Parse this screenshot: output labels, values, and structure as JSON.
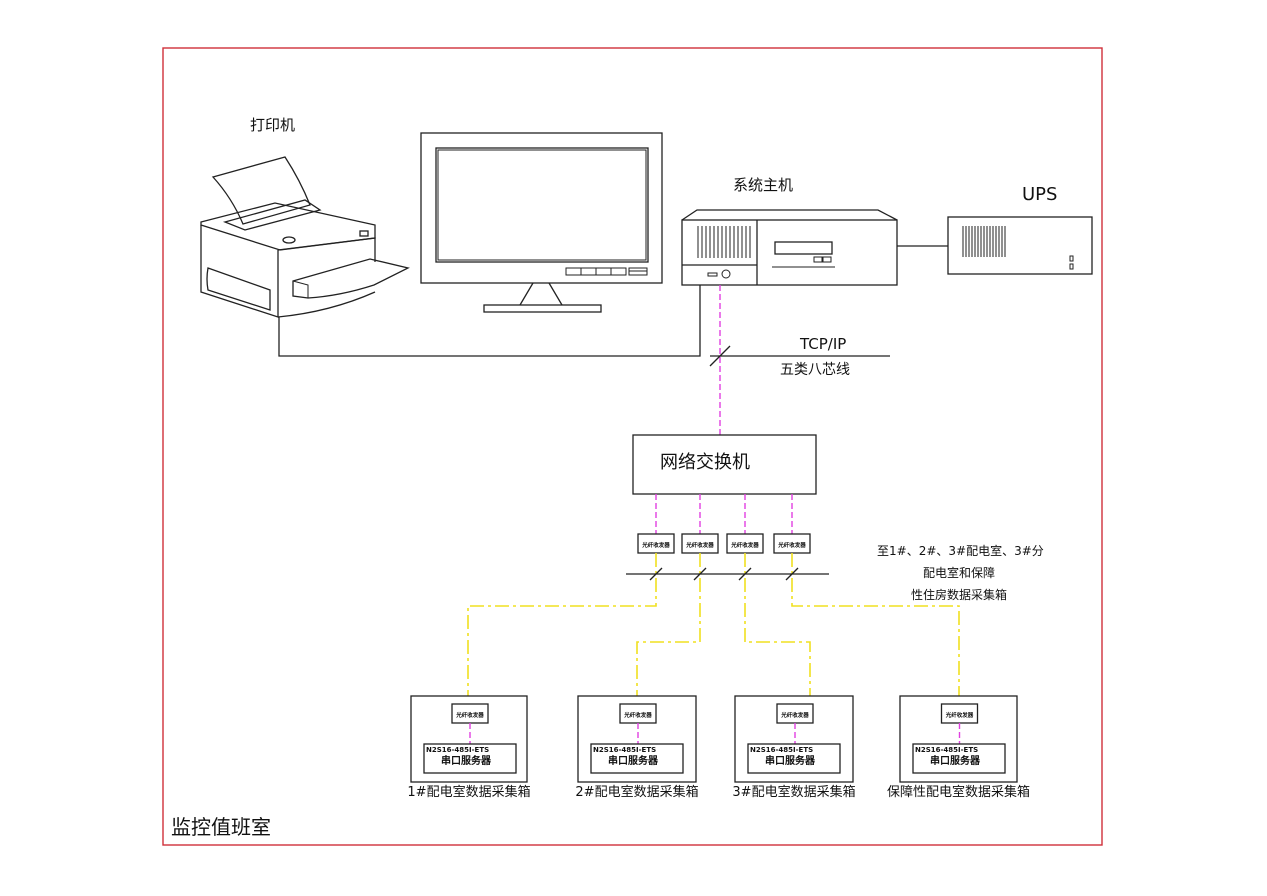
{
  "diagram": {
    "room_label": "监控值班室",
    "colors": {
      "frame": "#d0303a",
      "line": "#222222",
      "ethernet": "#e040e0",
      "fiber": "#f0e020"
    },
    "devices": {
      "printer": {
        "label": "打印机"
      },
      "monitor": {
        "label": ""
      },
      "host": {
        "label": "系统主机"
      },
      "ups": {
        "label": "UPS"
      },
      "switch": {
        "label": "网络交换机"
      }
    },
    "link_host_switch": {
      "protocol": "TCP/IP",
      "cable": "五类八芯线"
    },
    "transceivers": [
      {
        "label": "光纤收发器"
      },
      {
        "label": "光纤收发器"
      },
      {
        "label": "光纤收发器"
      },
      {
        "label": "光纤收发器"
      }
    ],
    "fiber_note": {
      "lines": [
        "至1#、2#、3#配电室、3#分",
        "配电室和保障",
        "性住房数据采集箱"
      ]
    },
    "collection_boxes": [
      {
        "name": "1#配电室数据采集箱",
        "transceiver": "光纤收发器",
        "server_model": "N2S16-485I-ETS",
        "server_label": "串口服务器"
      },
      {
        "name": "2#配电室数据采集箱",
        "transceiver": "光纤收发器",
        "server_model": "N2S16-485I-ETS",
        "server_label": "串口服务器"
      },
      {
        "name": "3#配电室数据采集箱",
        "transceiver": "光纤收发器",
        "server_model": "N2S16-485I-ETS",
        "server_label": "串口服务器"
      },
      {
        "name": "保障性配电室数据采集箱",
        "transceiver": "光纤收发器",
        "server_model": "N2S16-485I-ETS",
        "server_label": "串口服务器"
      }
    ]
  }
}
